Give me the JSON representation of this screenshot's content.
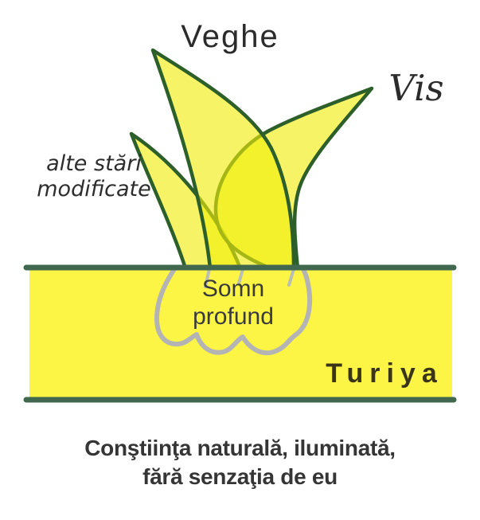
{
  "colors": {
    "blade_fill": "#f0ee08",
    "blade_stroke": "#2d5f2b",
    "band_fill": "#fdf545",
    "band_border": "#41684f",
    "root_outline": "#b4b4b4",
    "text_dark": "#2e2e2e"
  },
  "labels": {
    "veghe": "Veghe",
    "vis": "Vis",
    "alte_stari": {
      "line1": "alte stări",
      "line2": "modificate"
    },
    "somn": {
      "line1": "Somn",
      "line2": "profund"
    },
    "turiya": "Turiya"
  },
  "caption": {
    "line1": "Conştiinţa naturală, iluminată,",
    "line2": "fără senzaţia de eu"
  }
}
